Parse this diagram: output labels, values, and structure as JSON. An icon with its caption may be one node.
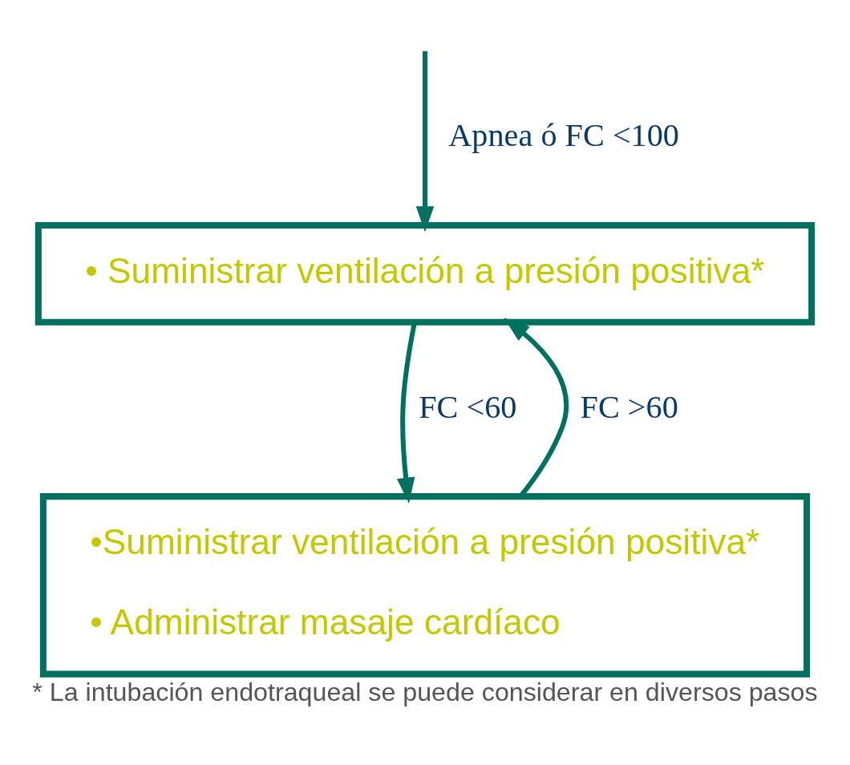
{
  "diagram": {
    "caption": "* La intubación endotraqueal se puede considerar en diversos pasos",
    "nodes": [
      {
        "text": [
          "• Suministrar ventilación a presión positiva*"
        ]
      },
      {
        "text": [
          "•Suministrar ventilación a presión positiva*",
          "• Administrar masaje cardíaco"
        ]
      }
    ],
    "edges": [
      {
        "from": null,
        "to": 0,
        "arrow": "to",
        "label": "Apnea ó FC <100"
      },
      {
        "from": 0,
        "to": 1,
        "arrow": "to",
        "label": "FC <60"
      },
      {
        "from": 1,
        "to": 0,
        "arrow": "to",
        "label": "FC >60"
      }
    ]
  }
}
